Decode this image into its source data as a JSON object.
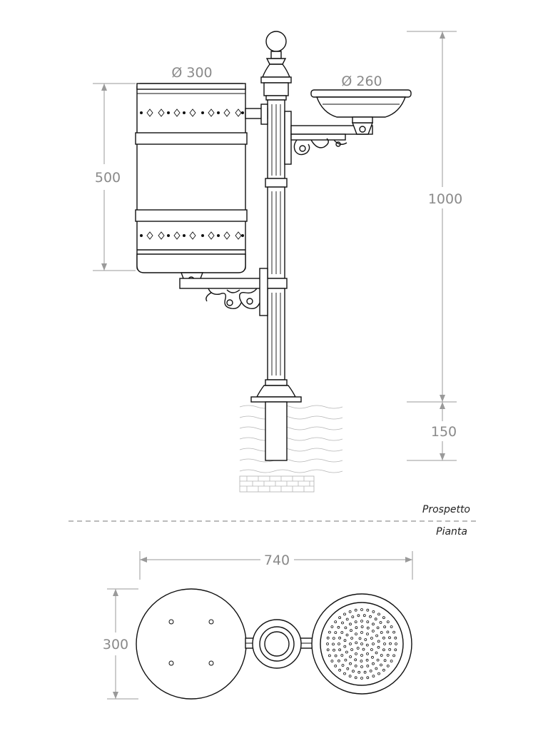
{
  "dimensions": {
    "bin_diameter": "Ø 300",
    "tray_diameter": "Ø 260",
    "bin_height": "500",
    "total_height": "1000",
    "underground_depth": "150",
    "plan_width": "740",
    "plan_depth": "300"
  },
  "views": {
    "elevation": "Prospetto",
    "plan": "Pianta"
  }
}
